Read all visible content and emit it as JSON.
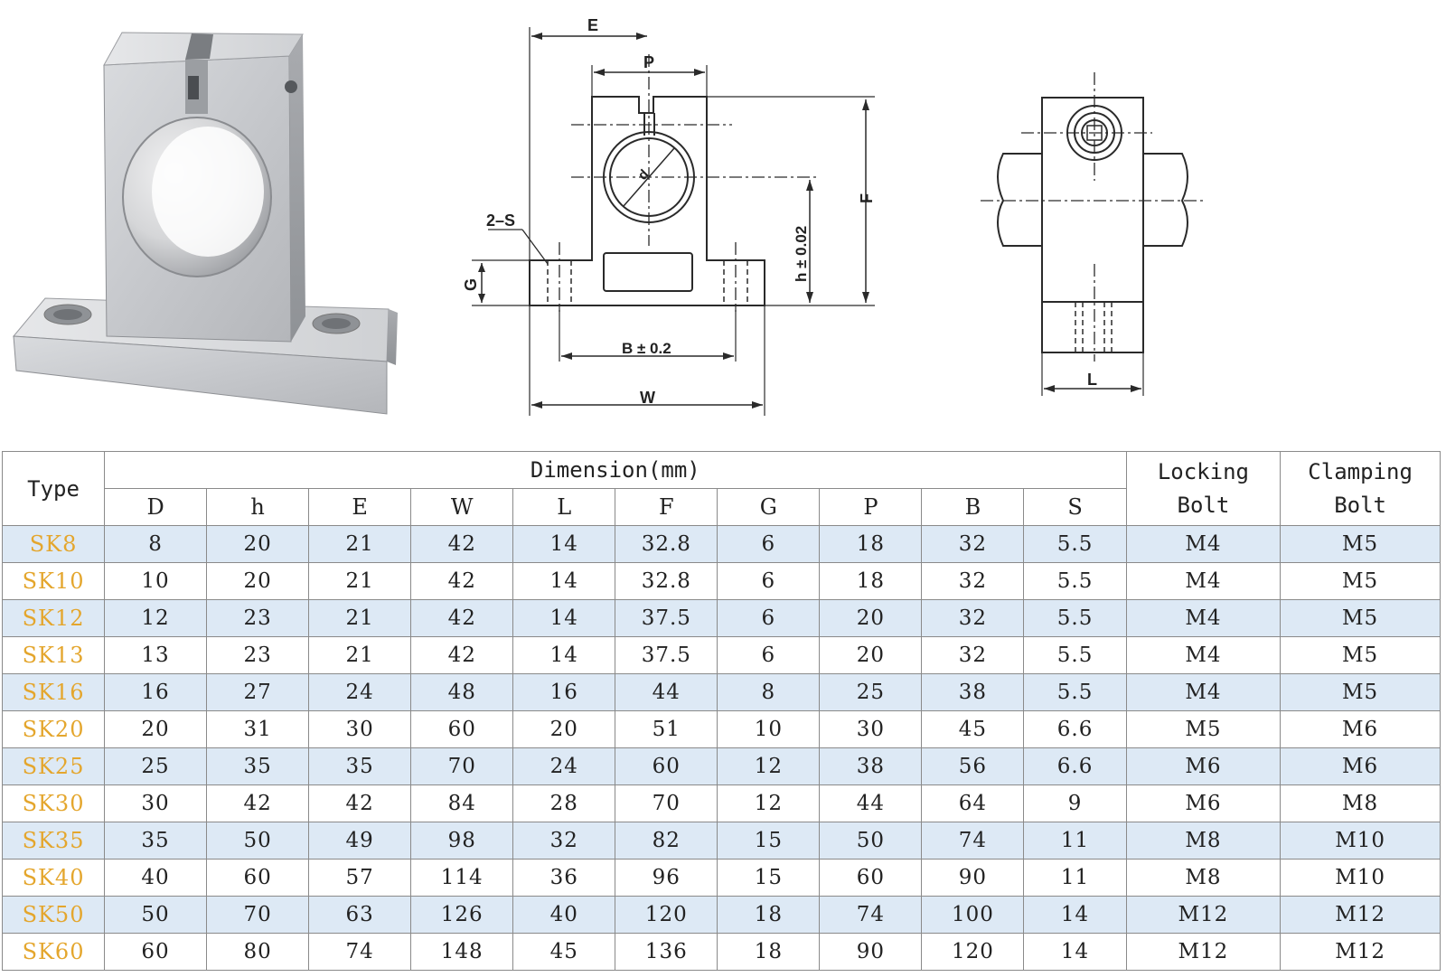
{
  "drawing": {
    "labels": {
      "E": "E",
      "P": "P",
      "F": "F",
      "h": "h ± 0.02",
      "G": "G",
      "S": "2–S",
      "B": "B ± 0.2",
      "W": "W",
      "d": "d",
      "L": "L"
    }
  },
  "table": {
    "type_header": "Type",
    "dimension_header": "Dimension(mm)",
    "locking_header_1": "Locking",
    "locking_header_2": "Bolt",
    "clamping_header_1": "Clamping",
    "clamping_header_2": "Bolt",
    "columns": [
      "D",
      "h",
      "E",
      "W",
      "L",
      "F",
      "G",
      "P",
      "B",
      "S"
    ],
    "rows": [
      [
        "SK8",
        "8",
        "20",
        "21",
        "42",
        "14",
        "32.8",
        "6",
        "18",
        "32",
        "5.5",
        "M4",
        "M5"
      ],
      [
        "SK10",
        "10",
        "20",
        "21",
        "42",
        "14",
        "32.8",
        "6",
        "18",
        "32",
        "5.5",
        "M4",
        "M5"
      ],
      [
        "SK12",
        "12",
        "23",
        "21",
        "42",
        "14",
        "37.5",
        "6",
        "20",
        "32",
        "5.5",
        "M4",
        "M5"
      ],
      [
        "SK13",
        "13",
        "23",
        "21",
        "42",
        "14",
        "37.5",
        "6",
        "20",
        "32",
        "5.5",
        "M4",
        "M5"
      ],
      [
        "SK16",
        "16",
        "27",
        "24",
        "48",
        "16",
        "44",
        "8",
        "25",
        "38",
        "5.5",
        "M4",
        "M5"
      ],
      [
        "SK20",
        "20",
        "31",
        "30",
        "60",
        "20",
        "51",
        "10",
        "30",
        "45",
        "6.6",
        "M5",
        "M6"
      ],
      [
        "SK25",
        "25",
        "35",
        "35",
        "70",
        "24",
        "60",
        "12",
        "38",
        "56",
        "6.6",
        "M6",
        "M6"
      ],
      [
        "SK30",
        "30",
        "42",
        "42",
        "84",
        "28",
        "70",
        "12",
        "44",
        "64",
        "9",
        "M6",
        "M8"
      ],
      [
        "SK35",
        "35",
        "50",
        "49",
        "98",
        "32",
        "82",
        "15",
        "50",
        "74",
        "11",
        "M8",
        "M10"
      ],
      [
        "SK40",
        "40",
        "60",
        "57",
        "114",
        "36",
        "96",
        "15",
        "60",
        "90",
        "11",
        "M8",
        "M10"
      ],
      [
        "SK50",
        "50",
        "70",
        "63",
        "126",
        "40",
        "120",
        "18",
        "74",
        "100",
        "14",
        "M12",
        "M12"
      ],
      [
        "SK60",
        "60",
        "80",
        "74",
        "148",
        "45",
        "136",
        "18",
        "90",
        "120",
        "14",
        "M12",
        "M12"
      ]
    ]
  },
  "colors": {
    "type_text": "#e4a62d",
    "row_shade": "#dde9f5",
    "grid": "#8a8a8a"
  }
}
